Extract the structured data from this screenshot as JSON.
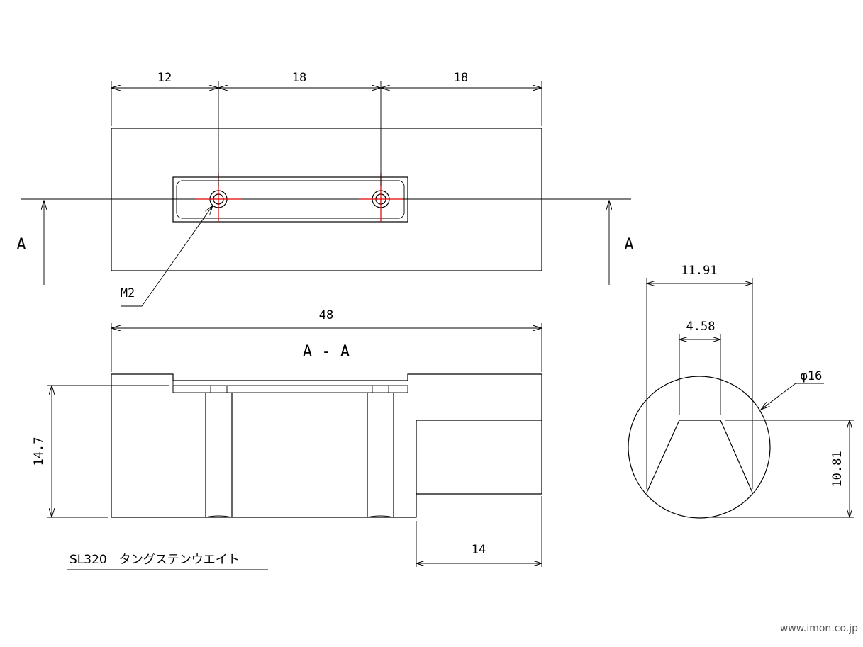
{
  "top_dims": {
    "d1": "12",
    "d2": "18",
    "d3": "18"
  },
  "section_label": "A",
  "hole_label": "M2",
  "length_dim": "48",
  "section_title": "A - A",
  "height_dim": "14.7",
  "step_dim": "14",
  "right_view": {
    "width": "11.91",
    "inner": "4.58",
    "diameter": "φ16",
    "height": "10.81"
  },
  "part_title": "SL320　タングステンウエイト",
  "site": "www.imon.co.jp"
}
